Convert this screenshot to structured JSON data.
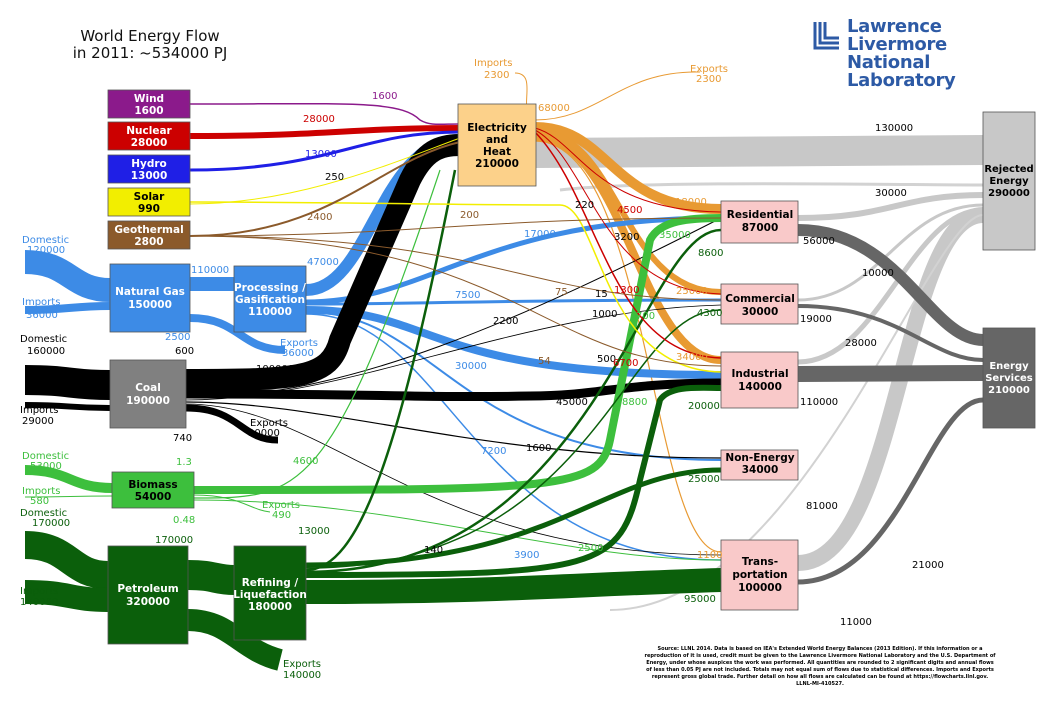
{
  "title_line1": "World Energy Flow",
  "title_line2": "in 2011: ~534000 PJ",
  "logo": {
    "line1": "Lawrence Livermore",
    "line2": "National Laboratory",
    "color": "#2d5aa5"
  },
  "source_note": "Source: LLNL 2014. Data is based on IEA's Extended World Energy Balances (2013 Edition). If this information or a reproduction of it is used, credit must be given to the Lawrence Livermore National Laboratory and the U.S. Department of Energy, under whose auspices the work was performed. All quantities are rounded to 2 significant digits and annual flows of less than 0.05 PJ are not included. Totals may not equal sum of flows due to statistical differences. Imports and Exports represent gross global trade. Further detail on how all flows are calculated can be found at https://flowcharts.llnl.gov. LLNL-MI-410527.",
  "colors": {
    "wind": "#8b1a8b",
    "nuclear": "#cc0000",
    "hydro": "#1f1fe6",
    "solar": "#f2ee00",
    "geothermal": "#8b5a2b",
    "natural_gas": "#3d8be6",
    "coal": "#000000",
    "biomass": "#3dbf3d",
    "petroleum": "#0b5f0b",
    "electricity": "#e89a33",
    "electricity_box": "#fcd18a",
    "sector_box": "#f9c9c9",
    "rejected": "#c8c8c8",
    "services": "#666666"
  },
  "sources": [
    {
      "name": "Wind",
      "value": "1600"
    },
    {
      "name": "Nuclear",
      "value": "28000"
    },
    {
      "name": "Hydro",
      "value": "13000"
    },
    {
      "name": "Solar",
      "value": "990"
    },
    {
      "name": "Geothermal",
      "value": "2800"
    },
    {
      "name": "Natural Gas",
      "value": "150000"
    },
    {
      "name": "Coal",
      "value": "190000"
    },
    {
      "name": "Biomass",
      "value": "54000"
    },
    {
      "name": "Petroleum",
      "value": "320000"
    }
  ],
  "processing": [
    {
      "name_line1": "Processing /",
      "name_line2": "Gasification",
      "value": "110000"
    },
    {
      "name_line1": "Refining /",
      "name_line2": "Liquefaction",
      "value": "180000"
    }
  ],
  "electricity": {
    "line1": "Electricity",
    "line2": "and",
    "line3": "Heat",
    "value": "210000"
  },
  "sectors": [
    {
      "name_line1": "Residential",
      "name_line2": "",
      "value": "87000"
    },
    {
      "name_line1": "Commercial",
      "name_line2": "",
      "value": "30000"
    },
    {
      "name_line1": "Industrial",
      "name_line2": "",
      "value": "140000"
    },
    {
      "name_line1": "Non-Energy",
      "name_line2": "",
      "value": "34000"
    },
    {
      "name_line1": "Trans-",
      "name_line2": "portation",
      "value": "100000"
    }
  ],
  "sinks": [
    {
      "name_line1": "Rejected",
      "name_line2": "Energy",
      "value": "290000"
    },
    {
      "name_line1": "Energy",
      "name_line2": "Services",
      "value": "210000"
    }
  ],
  "flow_labels": [
    {
      "text": "Domestic",
      "color": "#3d8be6"
    },
    {
      "text": "120000",
      "color": "#3d8be6"
    },
    {
      "text": "Imports",
      "color": "#3d8be6"
    },
    {
      "text": "36000",
      "color": "#3d8be6"
    },
    {
      "text": "Domestic",
      "color": "#000000"
    },
    {
      "text": "160000",
      "color": "#000000"
    },
    {
      "text": "Imports",
      "color": "#000000"
    },
    {
      "text": "29000",
      "color": "#000000"
    },
    {
      "text": "Domestic",
      "color": "#3dbf3d"
    },
    {
      "text": "53000",
      "color": "#3dbf3d"
    },
    {
      "text": "Imports",
      "color": "#3dbf3d"
    },
    {
      "text": "580",
      "color": "#3dbf3d"
    },
    {
      "text": "Domestic",
      "color": "#0b5f0b"
    },
    {
      "text": "170000",
      "color": "#0b5f0b"
    },
    {
      "text": "Imports",
      "color": "#0b5f0b"
    },
    {
      "text": "140000",
      "color": "#0b5f0b"
    },
    {
      "text": "Imports",
      "color": "#e89a33"
    },
    {
      "text": "2300",
      "color": "#e89a33"
    },
    {
      "text": "Exports",
      "color": "#e89a33"
    },
    {
      "text": "2300",
      "color": "#e89a33"
    },
    {
      "text": "1600",
      "color": "#8b1a8b"
    },
    {
      "text": "28000",
      "color": "#cc0000"
    },
    {
      "text": "13000",
      "color": "#1f1fe6"
    },
    {
      "text": "250",
      "color": "#000000"
    },
    {
      "text": "2400",
      "color": "#8b5a2b"
    },
    {
      "text": "68000",
      "color": "#e89a33"
    },
    {
      "text": "18000",
      "color": "#e89a33"
    },
    {
      "text": "200",
      "color": "#8b5a2b"
    },
    {
      "text": "220",
      "color": "#000000"
    },
    {
      "text": "4500",
      "color": "#cc0000"
    },
    {
      "text": "3200",
      "color": "#000000"
    },
    {
      "text": "35000",
      "color": "#3dbf3d"
    },
    {
      "text": "17000",
      "color": "#3d8be6"
    },
    {
      "text": "8600",
      "color": "#0b5f0b"
    },
    {
      "text": "110000",
      "color": "#3d8be6"
    },
    {
      "text": "47000",
      "color": "#3d8be6"
    },
    {
      "text": "7500",
      "color": "#3d8be6"
    },
    {
      "text": "75",
      "color": "#8b5a2b"
    },
    {
      "text": "15",
      "color": "#000000"
    },
    {
      "text": "1300",
      "color": "#cc0000"
    },
    {
      "text": "25000",
      "color": "#e89a33"
    },
    {
      "text": "4300",
      "color": "#0b5f0b"
    },
    {
      "text": "700",
      "color": "#3dbf3d"
    },
    {
      "text": "1000",
      "color": "#000000"
    },
    {
      "text": "2200",
      "color": "#000000"
    },
    {
      "text": "2500",
      "color": "#3d8be6"
    },
    {
      "text": "600",
      "color": "#000000"
    },
    {
      "text": "Exports",
      "color": "#3d8be6"
    },
    {
      "text": "36000",
      "color": "#3d8be6"
    },
    {
      "text": "100000",
      "color": "#000000"
    },
    {
      "text": "30000",
      "color": "#3d8be6"
    },
    {
      "text": "54",
      "color": "#8b5a2b"
    },
    {
      "text": "500",
      "color": "#000000"
    },
    {
      "text": "6700",
      "color": "#cc0000"
    },
    {
      "text": "34000",
      "color": "#e89a33"
    },
    {
      "text": "45000",
      "color": "#000000"
    },
    {
      "text": "8800",
      "color": "#3dbf3d"
    },
    {
      "text": "20000",
      "color": "#0b5f0b"
    },
    {
      "text": "Exports",
      "color": "#000000"
    },
    {
      "text": "30000",
      "color": "#000000"
    },
    {
      "text": "740",
      "color": "#000000"
    },
    {
      "text": "1.3",
      "color": "#3dbf3d"
    },
    {
      "text": "4600",
      "color": "#3dbf3d"
    },
    {
      "text": "7200",
      "color": "#3d8be6"
    },
    {
      "text": "1600",
      "color": "#000000"
    },
    {
      "text": "25000",
      "color": "#0b5f0b"
    },
    {
      "text": "Exports",
      "color": "#3dbf3d"
    },
    {
      "text": "490",
      "color": "#3dbf3d"
    },
    {
      "text": "0.48",
      "color": "#3dbf3d"
    },
    {
      "text": "13000",
      "color": "#0b5f0b"
    },
    {
      "text": "170000",
      "color": "#0b5f0b"
    },
    {
      "text": "140",
      "color": "#000000"
    },
    {
      "text": "3900",
      "color": "#3d8be6"
    },
    {
      "text": "2500",
      "color": "#3dbf3d"
    },
    {
      "text": "1100",
      "color": "#e89a33"
    },
    {
      "text": "95000",
      "color": "#0b5f0b"
    },
    {
      "text": "Exports",
      "color": "#0b5f0b"
    },
    {
      "text": "140000",
      "color": "#0b5f0b"
    },
    {
      "text": "130000",
      "color": "#000000"
    },
    {
      "text": "30000",
      "color": "#000000"
    },
    {
      "text": "56000",
      "color": "#000000"
    },
    {
      "text": "10000",
      "color": "#000000"
    },
    {
      "text": "19000",
      "color": "#000000"
    },
    {
      "text": "28000",
      "color": "#000000"
    },
    {
      "text": "110000",
      "color": "#000000"
    },
    {
      "text": "81000",
      "color": "#000000"
    },
    {
      "text": "21000",
      "color": "#000000"
    },
    {
      "text": "11000",
      "color": "#000000"
    }
  ]
}
